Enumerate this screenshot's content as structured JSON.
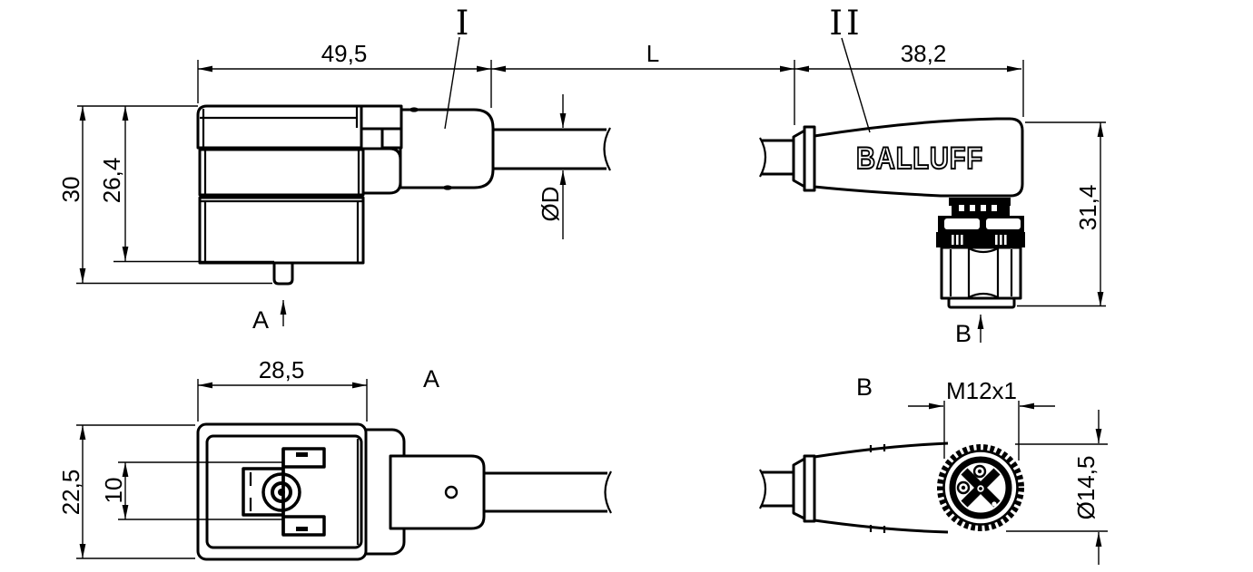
{
  "drawing": {
    "background": "#ffffff",
    "line_color": "#000000",
    "brand": "BALLUFF",
    "section_markers": {
      "left": "I",
      "right": "II"
    },
    "top_dimensions": {
      "valve_connector_width": "49,5",
      "cable_length": "L",
      "m12_connector_width": "38,2"
    },
    "valve_side_view": {
      "height_total": "30",
      "height_body": "26,4",
      "cable_diameter": "ØD",
      "face_reference": "A"
    },
    "m12_side_view": {
      "height": "31,4",
      "face_reference": "B"
    },
    "valve_face_view": {
      "label": "A",
      "width": "28,5",
      "height": "22,5",
      "contact_span": "10"
    },
    "m12_face_view": {
      "label": "B",
      "thread": "M12x1",
      "knurl_diameter": "Ø14,5"
    }
  }
}
